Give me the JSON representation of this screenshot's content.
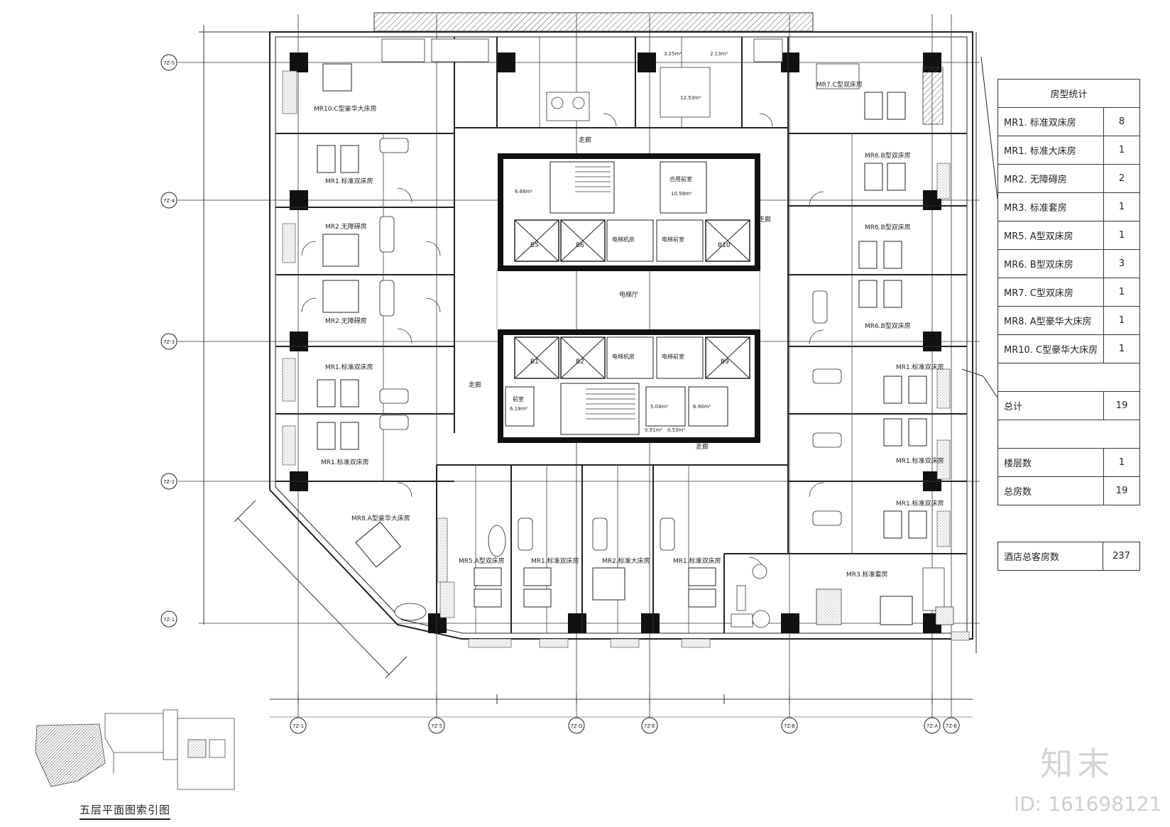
{
  "room_stats": {
    "title": "房型统计",
    "rows": [
      {
        "label": "MR1. 标准双床房",
        "value": "8"
      },
      {
        "label": "MR1. 标准大床房",
        "value": "1"
      },
      {
        "label": "MR2. 无障碍房",
        "value": "2"
      },
      {
        "label": "MR3. 标准套房",
        "value": "1"
      },
      {
        "label": "MR5. A型双床房",
        "value": "1"
      },
      {
        "label": "MR6. B型双床房",
        "value": "3"
      },
      {
        "label": "MR7. C型双床房",
        "value": "1"
      },
      {
        "label": "MR8. A型豪华大床房",
        "value": "1"
      },
      {
        "label": "MR10. C型豪华大床房",
        "value": "1"
      }
    ],
    "total_label": "总计",
    "total_value": "19",
    "floors_label": "楼层数",
    "floors_value": "1",
    "rooms_label": "总房数",
    "rooms_value": "19"
  },
  "hotel_total": {
    "label": "酒店总客房数",
    "value": "237"
  },
  "key_plan": {
    "caption": "五层平面图索引图"
  },
  "watermark": {
    "logo": "知末",
    "id": "ID: 161698121"
  },
  "plan_labels": {
    "room_mr10": "MR10.C型豪华大床房",
    "room_mr7": "MR7.C型双床房",
    "room_mr6a": "MR6.B型双床房",
    "room_mr6b": "MR6.B型双床房",
    "room_mr6c": "MR6.B型双床房",
    "room_mr1_left1": "MR1.标准双床房",
    "room_mr2_left1": "MR2.无障碍房",
    "room_mr2_left2": "MR2.无障碍房",
    "room_mr1_left2": "MR1.标准双床房",
    "room_mr1_left3": "MR1.标准双床房",
    "room_mr8": "MR8.A型豪华大床房",
    "room_mr1_right1": "MR1.标准双床房",
    "room_mr1_right2": "MR1.标准双床房",
    "room_mr1_right3": "MR1.标准双床房",
    "room_mr3": "MR3.标准套房",
    "room_mr5": "MR5.A型双床房",
    "room_mr1_bot1": "MR1.标准双床房",
    "room_mr2_bot": "MR2.标准大床房",
    "room_mr1_bot2": "MR1.标准双床房",
    "core_elevator_hall": "电梯厅",
    "core_corridor_label_l": "走廊",
    "core_corridor_label_r": "走廊",
    "core_corridor_label_b": "走廊",
    "core_corridor_label_t": "走廊",
    "elevators": [
      "B5",
      "B6",
      "B10",
      "B1",
      "B2",
      "B9"
    ],
    "core_rooms": [
      "电梯机房",
      "电梯前室",
      "电梯机房",
      "电梯前室",
      "合用前室",
      "前室"
    ],
    "areas": [
      "6.68m²",
      "10.58m²",
      "6.19m²",
      "5.04m²",
      "6.90m²",
      "0.91m²",
      "0.53m²",
      "12.53m²",
      "3.25m²",
      "2.13m²"
    ],
    "axis_left": [
      "7Z-5",
      "7Z-4",
      "7Z-3",
      "7Z-2",
      "7Z-1"
    ],
    "axis_bottom": [
      "7Z-1",
      "7Z-5",
      "7Z-D",
      "7Z-E",
      "7Z-B",
      "7Z-A",
      "7Z-B"
    ]
  }
}
